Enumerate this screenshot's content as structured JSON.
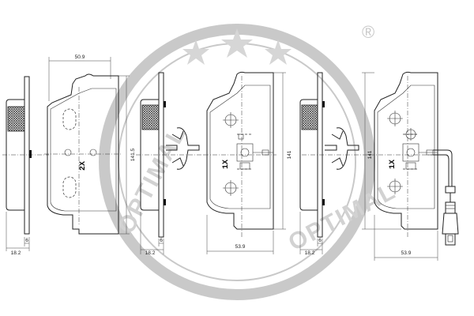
{
  "watermark": {
    "brand_text": "OPTIMAL",
    "registered_mark": "®"
  },
  "dimensions": {
    "width_top": "50.9",
    "height_1": "141.5",
    "height_2": "141",
    "height_3": "141",
    "thickness_1": "18.2",
    "thickness_2": "18.2",
    "thickness_3": "18.2",
    "backplate_1": "6",
    "backplate_2": "6",
    "backplate_3": "6",
    "width_bottom_2": "53.9",
    "width_bottom_3": "53.9"
  },
  "quantities": {
    "pad_1": "2X",
    "pad_2": "1X",
    "pad_3": "1X"
  }
}
